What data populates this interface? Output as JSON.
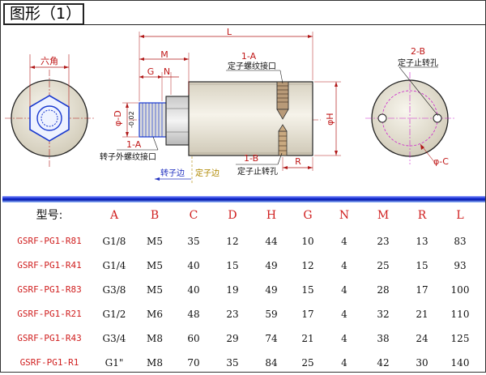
{
  "title": "图形（1）",
  "drawing": {
    "left_view": {
      "hex_label": "六角"
    },
    "side_view": {
      "dim_L": "L",
      "dim_M": "M",
      "dim_G": "G",
      "dim_N": "N",
      "dim_D": "φ-D",
      "dim_D_tol": "-0.02",
      "dim_H": "φH",
      "dim_R": "R",
      "callout_1A_top": "1-A",
      "callout_1A_top_text": "定子螺纹接口",
      "callout_1A_left": "1-A",
      "callout_1A_left_text": "转子外螺纹接口",
      "callout_1B": "1-B",
      "callout_1B_text": "定子止转孔",
      "rotor_side": "转子边",
      "stator_side": "定子边"
    },
    "right_view": {
      "callout_2B": "2-B",
      "callout_2B_text": "定子止转孔",
      "dim_C": "φ-C"
    }
  },
  "table": {
    "headers": [
      "型号:",
      "A",
      "B",
      "C",
      "D",
      "H",
      "G",
      "N",
      "M",
      "R",
      "L"
    ],
    "rows": [
      [
        "GSRF-PG1-R81",
        "G1/8",
        "M5",
        "35",
        "12",
        "44",
        "10",
        "4",
        "23",
        "13",
        "83"
      ],
      [
        "GSRF-PG1-R41",
        "G1/4",
        "M5",
        "40",
        "15",
        "49",
        "12",
        "4",
        "25",
        "15",
        "93"
      ],
      [
        "GSRF-PG1-R83",
        "G3/8",
        "M5",
        "40",
        "19",
        "49",
        "15",
        "4",
        "28",
        "17",
        "100"
      ],
      [
        "GSRF-PG1-R21",
        "G1/2",
        "M6",
        "48",
        "23",
        "59",
        "17",
        "4",
        "32",
        "21",
        "110"
      ],
      [
        "GSRF-PG1-R43",
        "G3/4",
        "M8",
        "60",
        "29",
        "74",
        "21",
        "4",
        "38",
        "24",
        "125"
      ],
      [
        "GSRF-PG1-R1",
        "G1\"",
        "M8",
        "70",
        "35",
        "84",
        "25",
        "4",
        "42",
        "30",
        "140"
      ]
    ]
  }
}
